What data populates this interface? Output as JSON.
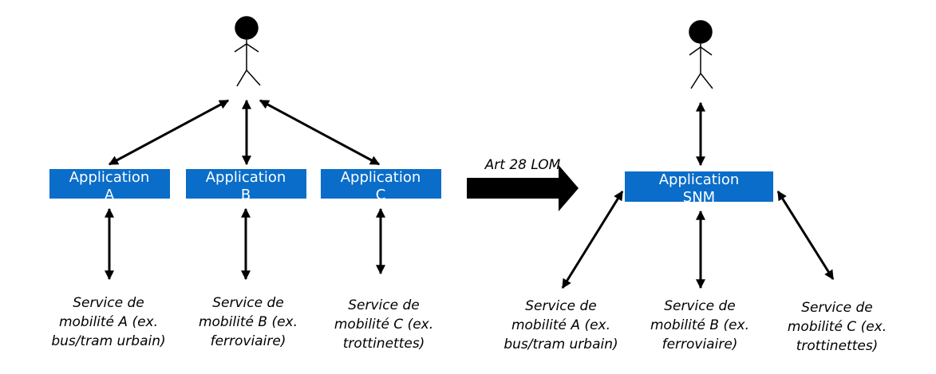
{
  "colors": {
    "box": "#0a6dc9",
    "stroke": "#000000",
    "background": "#ffffff"
  },
  "left": {
    "apps": [
      {
        "line1": "Application",
        "line2": "A"
      },
      {
        "line1": "Application",
        "line2": "B"
      },
      {
        "line1": "Application",
        "line2": "C"
      }
    ],
    "services": [
      {
        "line1": "Service de",
        "line2": "mobilité A (ex.",
        "line3": "bus/tram urbain)"
      },
      {
        "line1": "Service de",
        "line2": "mobilité B (ex.",
        "line3": "ferroviaire)"
      },
      {
        "line1": "Service de",
        "line2": "mobilité C (ex.",
        "line3": "trottinettes)"
      }
    ]
  },
  "transition": {
    "label": "Art 28 LOM"
  },
  "right": {
    "app": {
      "line1": "Application",
      "line2": "SNM"
    },
    "services": [
      {
        "line1": "Service de",
        "line2": "mobilité A (ex.",
        "line3": "bus/tram urbain)"
      },
      {
        "line1": "Service de",
        "line2": "mobilité B (ex.",
        "line3": "ferroviaire)"
      },
      {
        "line1": "Service de",
        "line2": "mobilité C (ex.",
        "line3": "trottinettes)"
      }
    ]
  }
}
